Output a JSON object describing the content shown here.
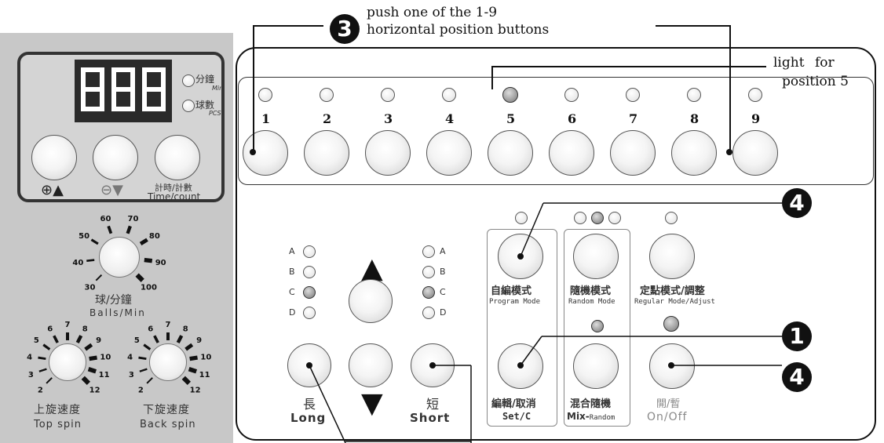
{
  "annotations": {
    "callout_3": "3",
    "callout_3_line1": "push one of the 1-9",
    "callout_3_line2": "horizontal position buttons",
    "light_note_line1": "light  for",
    "light_note_line2": "position 5",
    "callout_4a": "4",
    "callout_1": "1",
    "callout_4b": "4"
  },
  "display": {
    "min_cn": "分鐘",
    "min_en": "Min",
    "pcs_cn": "球數",
    "pcs_en": "PCS",
    "plus_glyph": "⊕▲",
    "minus_glyph": "⊖▼",
    "time_count_cn": "計時/計數",
    "time_count_en": "Time/count"
  },
  "balls_dial": {
    "ticks": [
      "30",
      "40",
      "50",
      "60",
      "70",
      "80",
      "90",
      "100"
    ],
    "label_cn": "球/分鐘",
    "label_en": "Balls/Min"
  },
  "spin_dials": {
    "ticks": [
      "2",
      "3",
      "4",
      "5",
      "6",
      "7",
      "8",
      "9",
      "10",
      "11",
      "12"
    ],
    "top_cn": "上旋速度",
    "top_en": "Top spin",
    "back_cn": "下旋速度",
    "back_en": "Back spin"
  },
  "positions": {
    "numbers": [
      "1",
      "2",
      "3",
      "4",
      "5",
      "6",
      "7",
      "8",
      "9"
    ],
    "active_light": "5"
  },
  "length": {
    "levels_left": [
      "A",
      "B",
      "C",
      "D"
    ],
    "levels_right": [
      "A",
      "B",
      "C",
      "D"
    ],
    "active_level": "C",
    "long_cn": "長",
    "long_en": "Long",
    "short_cn": "短",
    "short_en": "Short",
    "up_arrow": "▲",
    "down_arrow": "▼"
  },
  "modes": {
    "program_cn": "自編模式",
    "program_en": "Program Mode",
    "random_cn": "隨機模式",
    "random_en": "Random Mode",
    "regular_cn": "定點模式/調整",
    "regular_en": "Regular Mode/Adjust",
    "set_cn": "編輯/取消",
    "set_en": "Set/C",
    "mix_cn": "混合隨機",
    "mix_en_bold": "Mix-",
    "mix_en": "Random",
    "onoff_cn": "開/暫",
    "onoff_en": "On/Off"
  },
  "colors": {
    "panel_gray": "#c8c8c8",
    "display_black": "#2a2a2a",
    "callout_black": "#111111"
  }
}
